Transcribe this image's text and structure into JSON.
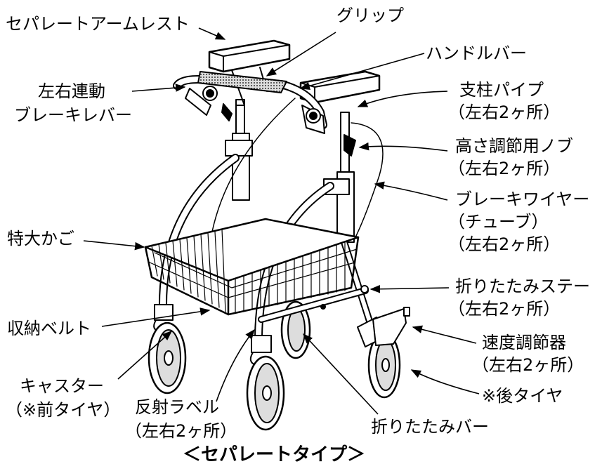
{
  "labels": {
    "armrest": "セパレートアームレスト",
    "grip": "グリップ",
    "handlebar": "ハンドルバー",
    "brake_lever_1": "左右連動",
    "brake_lever_2": "ブレーキレバー",
    "pole_pipe_1": "支柱パイプ",
    "pole_pipe_2": "（左右2ヶ所）",
    "height_knob_1": "高さ調節用ノブ",
    "height_knob_2": "（左右2ヶ所）",
    "brake_wire_1": "ブレーキワイヤー",
    "brake_wire_2": "（チューブ）",
    "brake_wire_3": "（左右2ヶ所）",
    "basket": "特大かご",
    "fold_stay_1": "折りたたみステー",
    "fold_stay_2": "（左右2ヶ所）",
    "belt": "収納ベルト",
    "speed_ctrl_1": "速度調節器",
    "speed_ctrl_2": "（左右2ヶ所）",
    "caster_1": "キャスター",
    "caster_2": "（※前タイヤ）",
    "rear_tire": "※後タイヤ",
    "reflector_1": "反射ラベル",
    "reflector_2": "（左右2ヶ所）",
    "fold_bar": "折りたたみバー"
  },
  "caption": "＜セパレートタイプ＞"
}
